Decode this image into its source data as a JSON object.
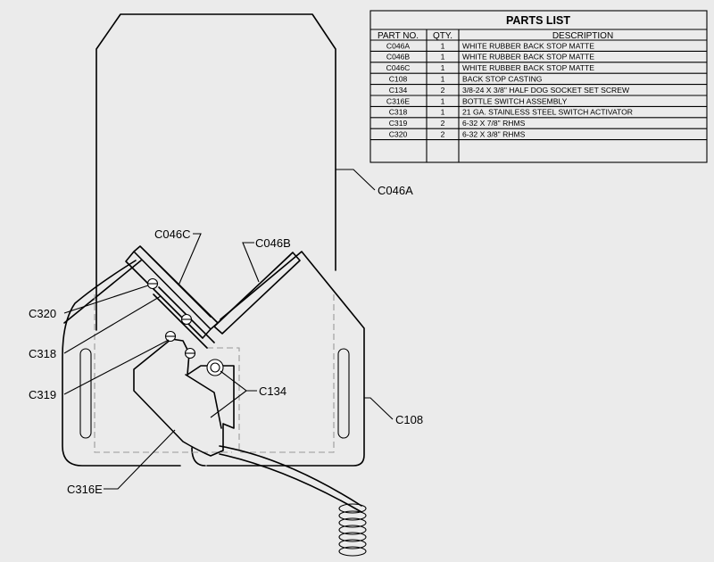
{
  "parts_list": {
    "title": "PARTS LIST",
    "headers": [
      "PART NO.",
      "QTY.",
      "DESCRIPTION"
    ],
    "rows": [
      {
        "part": "C046A",
        "qty": "1",
        "desc": "WHITE RUBBER BACK STOP MATTE"
      },
      {
        "part": "C046B",
        "qty": "1",
        "desc": "WHITE RUBBER BACK STOP MATTE"
      },
      {
        "part": "C046C",
        "qty": "1",
        "desc": "WHITE RUBBER BACK STOP MATTE"
      },
      {
        "part": "C108",
        "qty": "1",
        "desc": "BACK STOP CASTING"
      },
      {
        "part": "C134",
        "qty": "2",
        "desc": "3/8-24 X 3/8\" HALF DOG SOCKET SET SCREW"
      },
      {
        "part": "C316E",
        "qty": "1",
        "desc": "BOTTLE SWITCH ASSEMBLY"
      },
      {
        "part": "C318",
        "qty": "1",
        "desc": "21 GA. STAINLESS STEEL SWITCH ACTIVATOR"
      },
      {
        "part": "C319",
        "qty": "2",
        "desc": "6-32 X 7/8\" RHMS"
      },
      {
        "part": "C320",
        "qty": "2",
        "desc": "6-32 X 3/8\" RHMS"
      },
      {
        "part": "",
        "qty": "",
        "desc": ""
      }
    ]
  },
  "callouts": {
    "c046a": "C046A",
    "c046c": "C046C",
    "c046b": "C046B",
    "c320": "C320",
    "c318": "C318",
    "c319": "C319",
    "c134": "C134",
    "c108": "C108",
    "c316e": "C316E"
  }
}
